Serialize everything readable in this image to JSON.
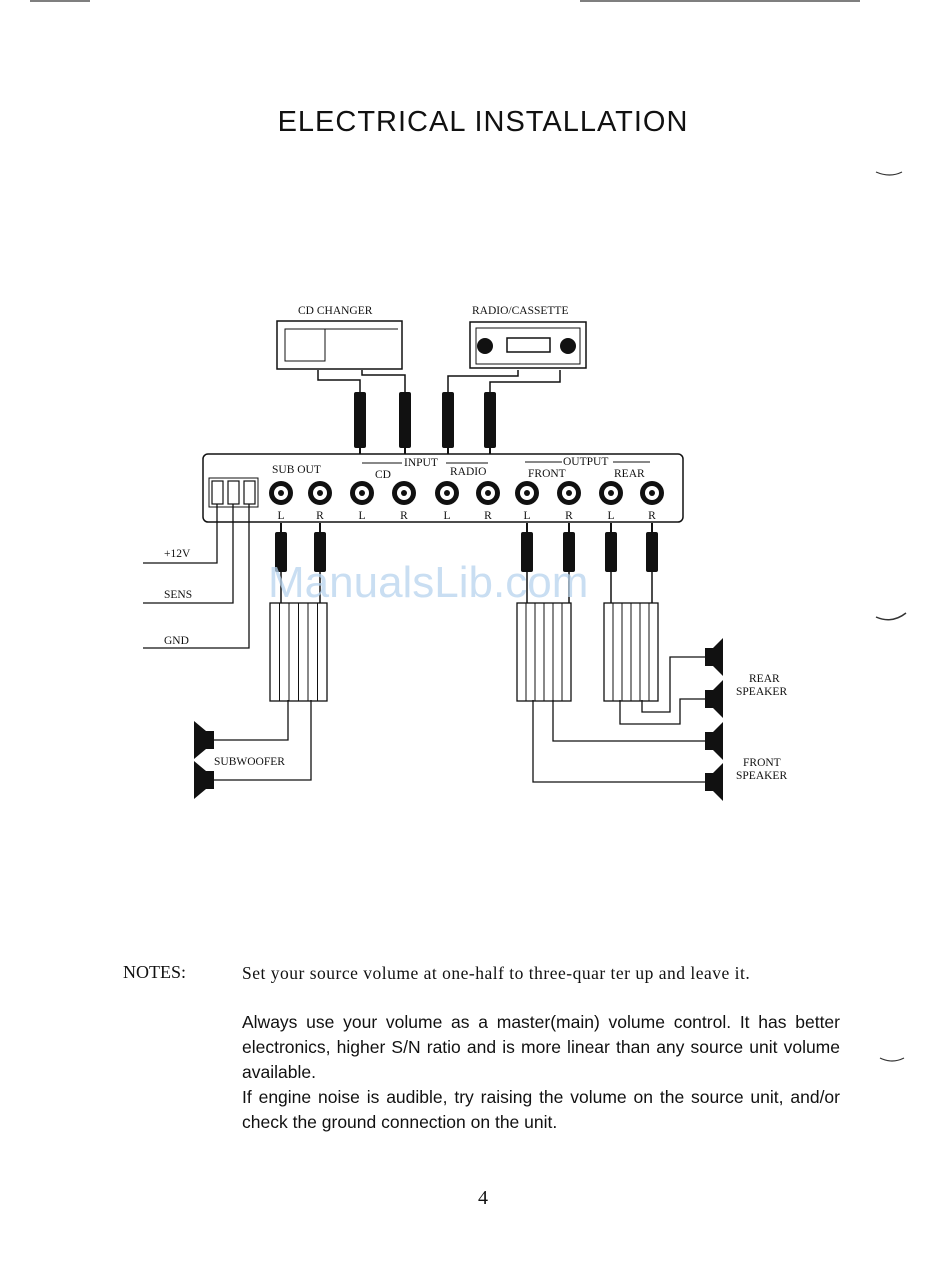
{
  "page": {
    "title": "ELECTRICAL INSTALLATION",
    "page_number": "4",
    "watermark": "ManualsLib.com"
  },
  "diagram": {
    "cd_changer": "CD CHANGER",
    "radio_cassette": "RADIO/CASSETTE",
    "sub_out": "SUB OUT",
    "input": "INPUT",
    "cd": "CD",
    "radio": "RADIO",
    "output": "OUTPUT",
    "front": "FRONT",
    "rear": "REAR",
    "channel_labels": [
      "L",
      "R",
      "L",
      "R",
      "L",
      "R",
      "L",
      "R",
      "L",
      "R"
    ],
    "power_labels": [
      "+12V",
      "SENS",
      "GND"
    ],
    "subwoofer": "SUBWOOFER",
    "rear_speaker": [
      "REAR",
      "SPEAKER"
    ],
    "front_speaker": [
      "FRONT",
      "SPEAKER"
    ]
  },
  "notes": {
    "label": "NOTES:",
    "items": [
      "Set your source volume at one-half to three-quar ter up and leave it.",
      "Always use your volume as a master(main) volume control. It has better electronics, higher S/N ratio and is more linear than any source unit volume available.",
      "If engine noise is audible, try raising the volume on the source unit, and/or check the ground connection on the unit."
    ]
  }
}
